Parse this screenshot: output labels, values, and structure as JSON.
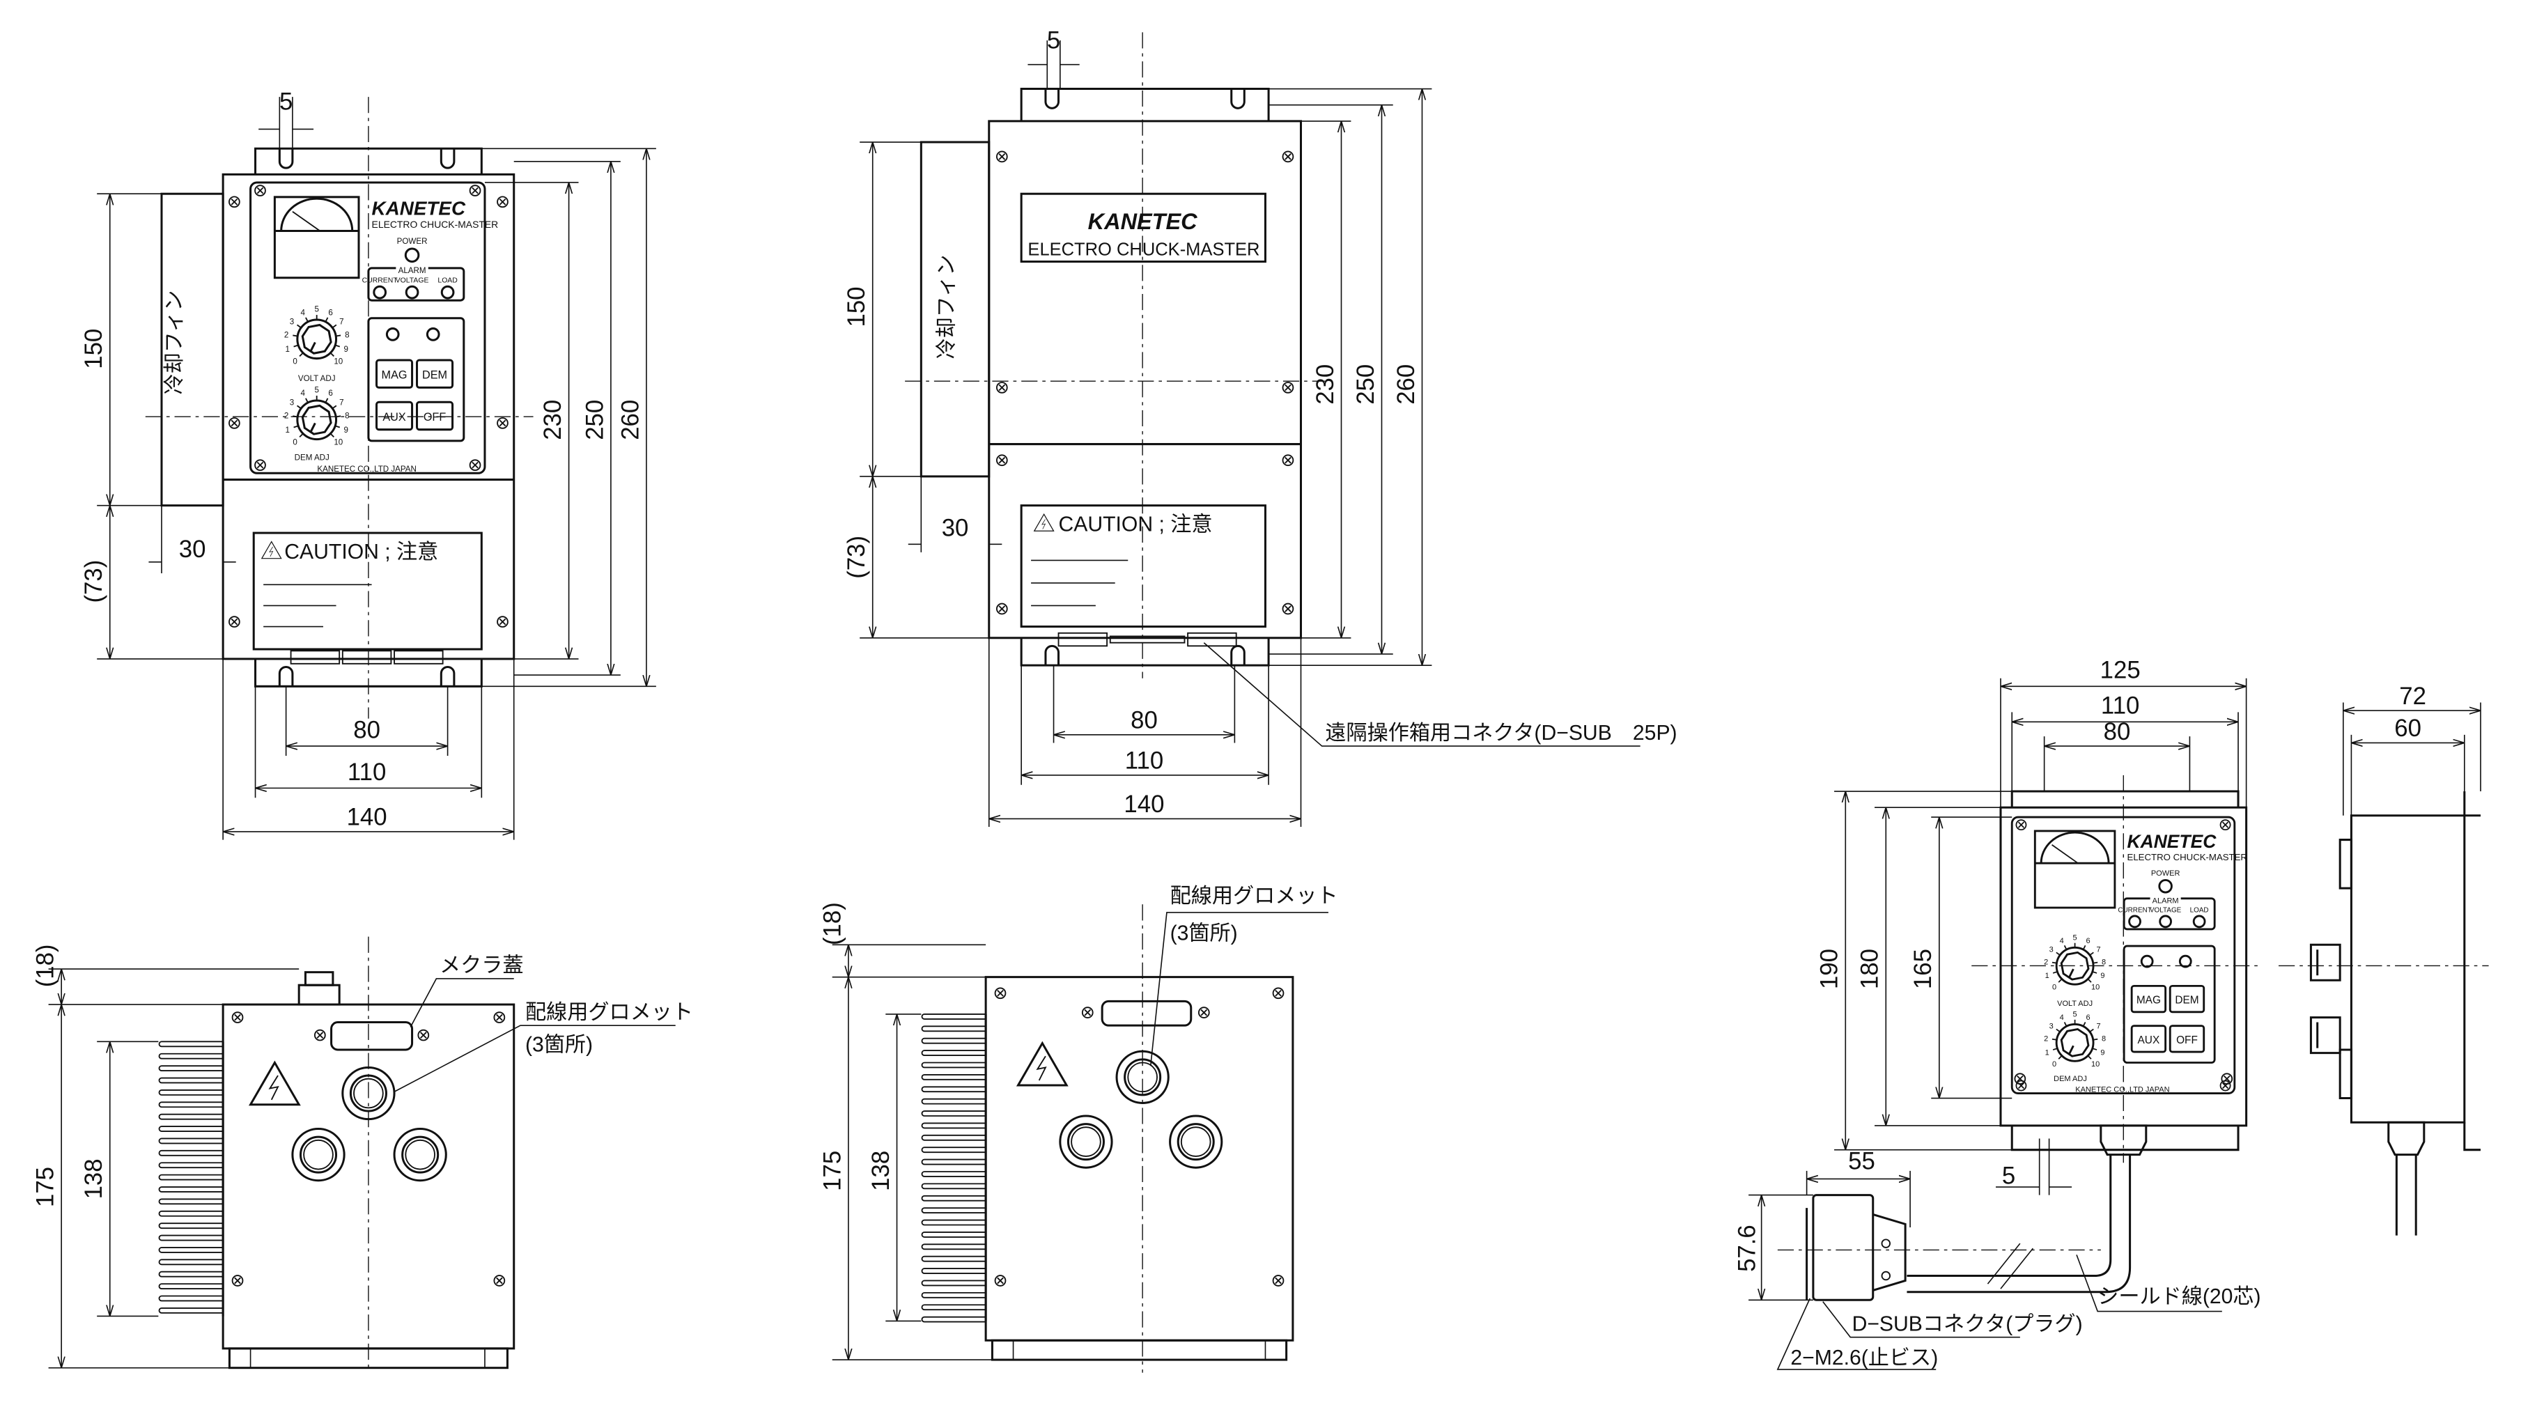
{
  "panel": {
    "brand": "KANETEC",
    "model": "ELECTRO CHUCK-MASTER",
    "power": "POWER",
    "alarm": "ALARM",
    "current": "CURRENT",
    "voltage": "VOLTAGE",
    "load": "LOAD",
    "buttons": [
      "MAG",
      "DEM",
      "AUX",
      "OFF"
    ],
    "volt_adj": "VOLT ADJ",
    "dem_adj": "DEM ADJ",
    "maker": "KANETEC CO.,LTD JAPAN",
    "dial_scale": [
      "0",
      "1",
      "2",
      "3",
      "4",
      "5",
      "6",
      "7",
      "8",
      "9",
      "10"
    ]
  },
  "caution": {
    "title": "CAUTION ; 注意"
  },
  "front_view": {
    "fin_label": "冷却フィン",
    "dims": {
      "pitch": "5",
      "h150": "150",
      "h73": "(73)",
      "fin": "30",
      "h230": "230",
      "h250": "250",
      "h260": "260",
      "w80": "80",
      "w110": "110",
      "w140": "140"
    }
  },
  "rear_view": {
    "fin_label": "冷却フィン",
    "connector_note": "遠隔操作箱用コネクタ(D−SUB　25P)",
    "dims": {
      "pitch": "5",
      "h150": "150",
      "h73": "(73)",
      "fin": "30",
      "h230": "230",
      "h250": "250",
      "h260": "260",
      "w80": "80",
      "w110": "110",
      "w140": "140"
    }
  },
  "bottom_left_view": {
    "blind_cap": "メクラ蓋",
    "grommet": "配線用グロメット",
    "grommet_count": "(3箇所)",
    "dims": {
      "h18": "(18)",
      "h175": "175",
      "h138": "138"
    }
  },
  "bottom_mid_view": {
    "grommet": "配線用グロメット",
    "grommet_count": "(3箇所)",
    "dims": {
      "h18": "(18)",
      "h175": "175",
      "h138": "138"
    }
  },
  "remote_box": {
    "dims": {
      "w125": "125",
      "w110": "110",
      "w80": "80",
      "h190": "190",
      "h180": "180",
      "h165": "165",
      "c55": "55",
      "pitch": "5",
      "c57": "57.6",
      "d72": "72",
      "d60": "60"
    },
    "cable": "シールド線(20芯)",
    "plug": "D−SUBコネクタ(プラグ)",
    "screws": "2−M2.6(止ビス)"
  }
}
